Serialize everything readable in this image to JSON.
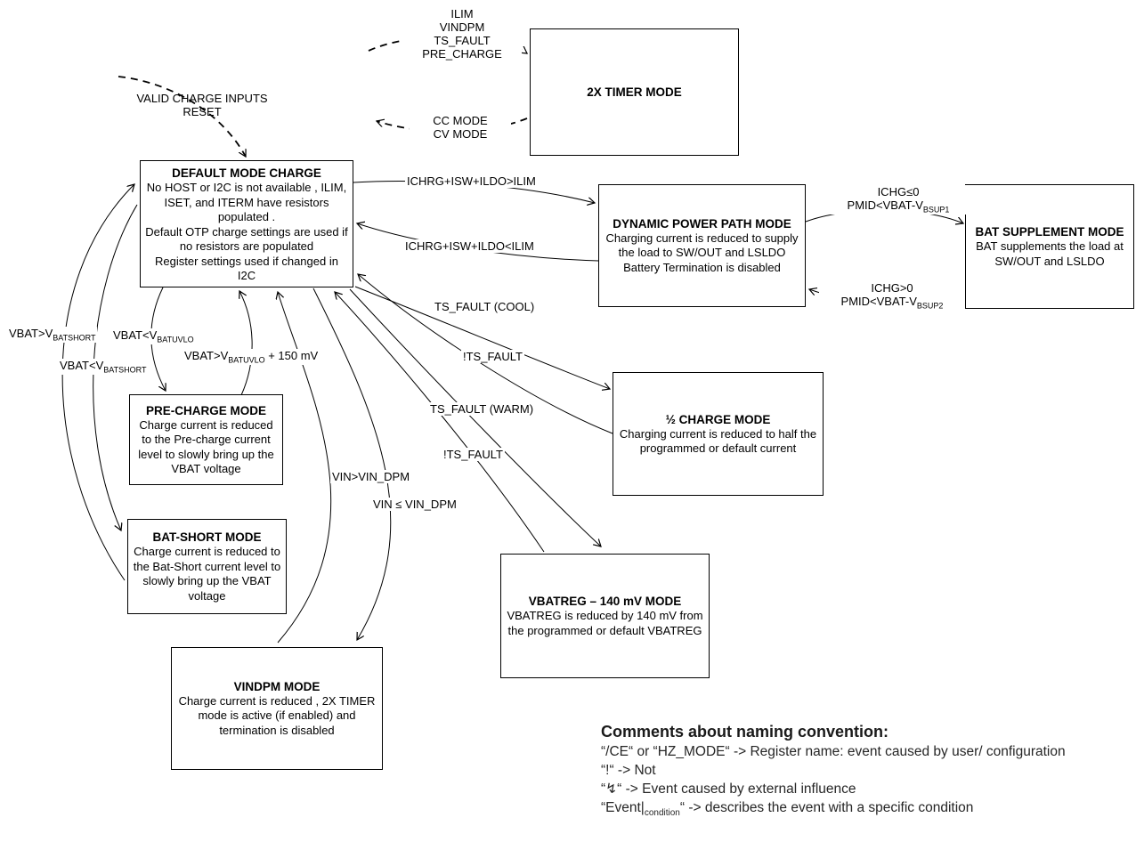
{
  "boxes": {
    "timer2x": {
      "title": "2X TIMER MODE",
      "desc": ""
    },
    "default": {
      "title": "DEFAULT MODE CHARGE",
      "desc": "No HOST or I2C is not available , ILIM,\nISET, and ITERM have resistors\npopulated .\nDefault OTP charge settings are used if\nno resistors are populated\nRegister settings used if changed in\nI2C"
    },
    "dynamic": {
      "title": "DYNAMIC POWER PATH MODE",
      "desc": "Charging current is reduced to supply\nthe load to SW/OUT and LSLDO\nBattery Termination is disabled"
    },
    "batsupp": {
      "title": "BAT SUPPLEMENT MODE",
      "desc": "BAT supplements the load at\nSW/OUT and LSLDO"
    },
    "precharge": {
      "title": "PRE-CHARGE MODE",
      "desc": "Charge current is reduced\nto the Pre-charge current\nlevel to slowly bring up the\nVBAT voltage"
    },
    "batshort": {
      "title": "BAT-SHORT MODE",
      "desc": "Charge current is reduced to\nthe Bat-Short current level to\nslowly bring up the VBAT\nvoltage"
    },
    "halfcharge": {
      "title": "½ CHARGE MODE",
      "desc": "Charging current is reduced to half the\nprogrammed or default current"
    },
    "vbatreg": {
      "title": "VBATREG – 140 mV MODE",
      "desc": "VBATREG is reduced by 140 mV from\nthe programmed or default VBATREG"
    },
    "vindpm": {
      "title": "VINDPM MODE",
      "desc": "Charge current is reduced , 2X TIMER\nmode is active (if enabled) and\ntermination is disabled"
    }
  },
  "labels": {
    "timer_in": {
      "l1": "ILIM",
      "l2": "VINDPM",
      "l3": "TS_FAULT",
      "l4": "PRE_CHARGE"
    },
    "timer_out": {
      "l1": "CC MODE",
      "l2": "CV MODE"
    },
    "valid": {
      "l1": "VALID CHARGE INPUTS",
      "l2": "RESET"
    },
    "ichrg_gt": "ICHRG+ISW+ILDO>ILIM",
    "ichrg_lt": "ICHRG+ISW+ILDO<ILIM",
    "ichg_le": {
      "l1": "ICHG≤0",
      "pre": "PMID<VBAT-V",
      "sub": "BSUP1"
    },
    "ichg_gt": {
      "l1": "ICHG>0",
      "pre": "PMID<VBAT-V",
      "sub": "BSUP2"
    },
    "ts_cool": "TS_FAULT (COOL)",
    "nts_1": "!TS_FAULT",
    "ts_warm": "TS_FAULT (WARM)",
    "nts_2": "!TS_FAULT",
    "vin_gt": "VIN>VIN_DPM",
    "vin_le": "VIN ≤ VIN_DPM",
    "vbat_gt_short": {
      "pre": "VBAT>V",
      "sub": "BATSHORT",
      "post": ""
    },
    "vbat_lt_short": {
      "pre": "VBAT<V",
      "sub": "BATSHORT",
      "post": ""
    },
    "vbat_lt_uvlo": {
      "pre": "VBAT<V",
      "sub": "BATUVLO",
      "post": ""
    },
    "vbat_gt_uvlo": {
      "pre": "VBAT>V",
      "sub": "BATUVLO",
      "post": " + 150 mV"
    }
  },
  "comments": {
    "heading": "Comments about naming convention:",
    "line1": "“/CE“ or “HZ_MODE“ -> Register name: event caused by user/ configuration",
    "line2": "“!“ -> Not",
    "line3": "“↯“ -> Event caused by external influence",
    "line4_pre": "“Event|",
    "line4_sub": "condition",
    "line4_post": "“ -> describes the event with a specific condition"
  },
  "colors": {
    "line": "#000000",
    "background": "#ffffff",
    "comment_text": "#262626"
  }
}
